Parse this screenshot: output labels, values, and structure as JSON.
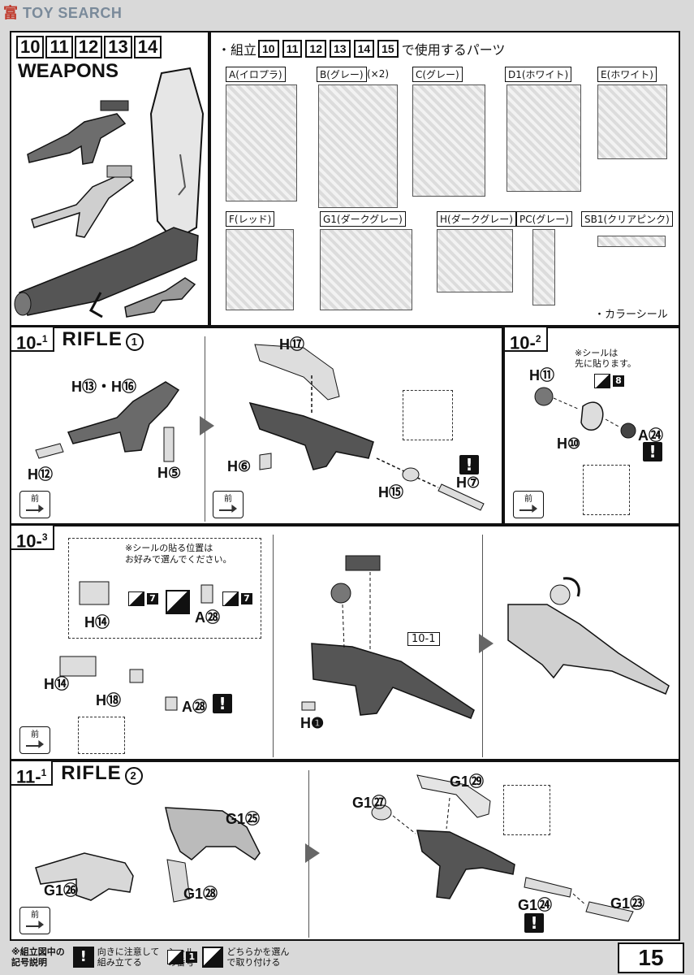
{
  "watermark": {
    "cn": "富",
    "en": "TOY SEARCH"
  },
  "weapons_panel": {
    "steps": [
      "10",
      "11",
      "12",
      "13",
      "14"
    ],
    "title": "WEAPONS"
  },
  "parts_panel": {
    "header_prefix": "・組立",
    "header_steps": [
      "10",
      "11",
      "12",
      "13",
      "14",
      "15"
    ],
    "header_suffix": "で使用するパーツ",
    "runners": [
      {
        "label": "A(イロプラ)",
        "extra": ""
      },
      {
        "label": "B(グレー)",
        "extra": "(×2)"
      },
      {
        "label": "C(グレー)",
        "extra": ""
      },
      {
        "label": "D1(ホワイト)",
        "extra": ""
      },
      {
        "label": "E(ホワイト)",
        "extra": ""
      },
      {
        "label": "F(レッド)",
        "extra": ""
      },
      {
        "label": "G1(ダークグレー)",
        "extra": ""
      },
      {
        "label": "H(ダークグレー)",
        "extra": ""
      },
      {
        "label": "PC(グレー)",
        "extra": ""
      },
      {
        "label": "SB1(クリアピンク)",
        "extra": ""
      }
    ],
    "color_seal": "・カラーシール"
  },
  "step_10_1": {
    "num": "10",
    "sub": "1",
    "title": "RIFLE",
    "circle": "①",
    "labels": [
      "H⑬・H⑯",
      "H⑫",
      "H⑤",
      "H⑰",
      "H⑥",
      "H⑮",
      "H⑦"
    ],
    "front": "前"
  },
  "step_10_2": {
    "num": "10",
    "sub": "2",
    "note": "※シールは\n先に貼ります。",
    "labels": [
      "H⑪",
      "H⑩",
      "A㉔"
    ],
    "sticker_num": "8",
    "front": "前"
  },
  "step_10_3": {
    "num": "10",
    "sub": "3",
    "note": "※シールの貼る位置は\nお好みで選んでください。",
    "labels": [
      "H⑭",
      "A㉘",
      "H⑭",
      "H⑱",
      "A㉘",
      "H❶",
      "10-1"
    ],
    "sticker_num": "7",
    "front": "前"
  },
  "step_11_1": {
    "num": "11",
    "sub": "1",
    "title": "RIFLE",
    "circle": "②",
    "labels": [
      "G1㉕",
      "G1㉖",
      "G1㉘",
      "G1㉙",
      "G1㉗",
      "G1㉔",
      "G1㉓"
    ],
    "front": "前"
  },
  "footer": {
    "legend_title": "※組立図中の\n記号説明",
    "item1": "向きに注意して\n組み立てる",
    "item2": "シール\nの番号",
    "item2_num": "1",
    "item3": "どちらかを選ん\nで取り付ける"
  },
  "page_number": "15"
}
